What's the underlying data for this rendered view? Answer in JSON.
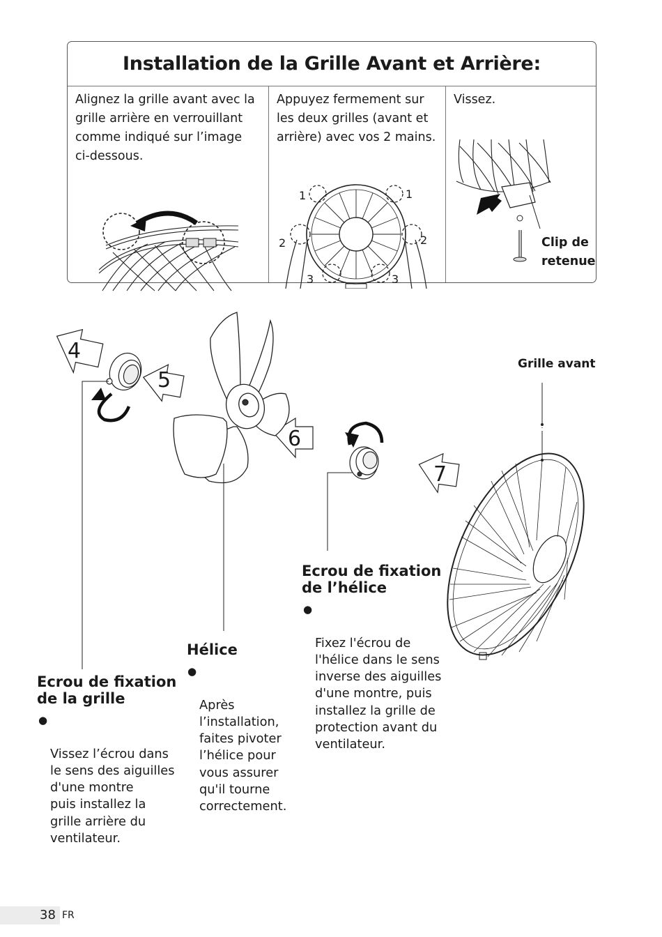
{
  "box": {
    "title": "Installation de la Grille Avant et Arrière:",
    "col1": "Alignez la grille avant avec la\ngrille arrière en verrouillant\ncomme indiqué sur l’image\nci-dessous.",
    "col2": "Appuyez fermement sur\nles deux grilles (avant et\narrière) avec vos 2 mains.",
    "col3": "Vissez.",
    "markers": [
      "1",
      "1",
      "2",
      "2",
      "3",
      "3"
    ],
    "clip_label": "Clip de\nretenue"
  },
  "steps": [
    "4",
    "5",
    "6",
    "7"
  ],
  "labels": {
    "grille_avant": "Grille avant",
    "ecrou_grille_title": "Ecrou de fixation\nde la grille",
    "ecrou_grille_text": "Vissez l’écrou dans\nle sens des aiguilles\nd'une montre\npuis installez la\ngrille arrière du\nventilateur.",
    "helice_title": "Hélice",
    "helice_text": "Après\nl’installation,\nfaites pivoter\nl’hélice pour\nvous assurer\nqu'il tourne\ncorrectement.",
    "ecrou_helice_title": "Ecrou de fixation\nde l’hélice",
    "ecrou_helice_text": "Fixez l'écrou de\nl'hélice dans le sens\ninverse des aiguilles\nd'une montre, puis\ninstallez la grille de\nprotection avant du\nventilateur.",
    "bullet": "●"
  },
  "footer": {
    "page": "38",
    "lang": "FR"
  }
}
